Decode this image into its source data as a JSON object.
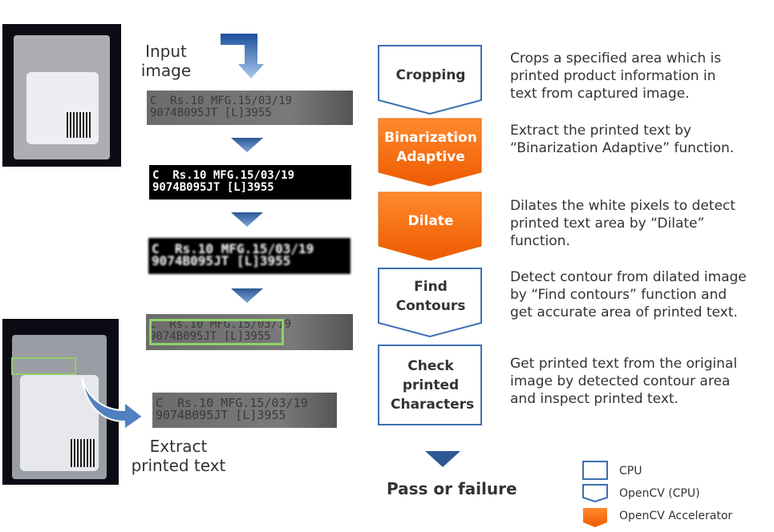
{
  "labels": {
    "input": "Input image",
    "extract": "Extract printed text",
    "result": "Pass or failure"
  },
  "image_text": {
    "line1": "C  Rs.10 MFG.15/03/19",
    "line2": "9074B095JT [L]3955"
  },
  "steps": [
    {
      "label": "Cropping",
      "type": "OpenCV (CPU)",
      "description": "Crops a specified area which is printed product information in text from captured image."
    },
    {
      "label": "Binarization Adaptive",
      "type": "OpenCV Accelerator",
      "description": "Extract the printed text by “Binarization Adaptive” function."
    },
    {
      "label": "Dilate",
      "type": "OpenCV Accelerator",
      "description": "Dilates the white pixels to detect printed text area by “Dilate” function."
    },
    {
      "label": "Find Contours",
      "type": "OpenCV (CPU)",
      "description": "Detect contour from dilated image by “Find contours” function and get accurate area of printed text."
    },
    {
      "label": "Check printed Characters",
      "type": "CPU",
      "description": "Get printed text from the original image by detected contour area and inspect printed text."
    }
  ],
  "legend": [
    {
      "label": "CPU"
    },
    {
      "label": "OpenCV (CPU)"
    },
    {
      "label": "OpenCV Accelerator"
    }
  ],
  "colors": {
    "blue_outline": "#3d6fb0",
    "orange": "#f26b10",
    "arrow_blue": "#3e6aa5",
    "contour_green": "#8fd16a"
  }
}
